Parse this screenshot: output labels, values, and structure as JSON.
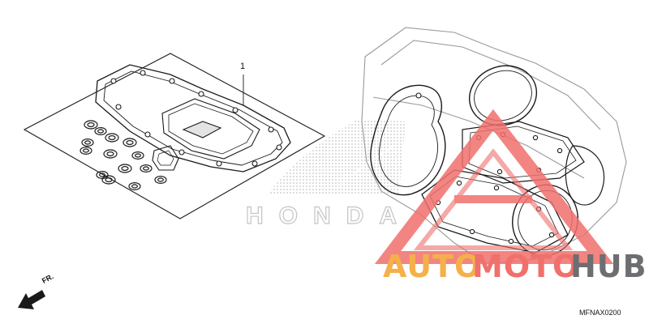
{
  "diagram": {
    "callout_number": "1",
    "brand_watermark": "HONDA",
    "site_watermark": {
      "part1": "AUTO",
      "part2": "MOTO",
      "part3": "HUB"
    },
    "direction_label": "FR.",
    "diagram_code": "MFNAX0200"
  },
  "colors": {
    "line": "#1a1a1a",
    "dots": "#c9c9c9",
    "auto": "#f5b04a",
    "moto": "#f0706c",
    "hub": "#6d6e71",
    "triangle": "#f0706c"
  },
  "icons": [
    "direction-arrow-icon",
    "honda-wing-logo",
    "automotohub-triangle-logo"
  ]
}
